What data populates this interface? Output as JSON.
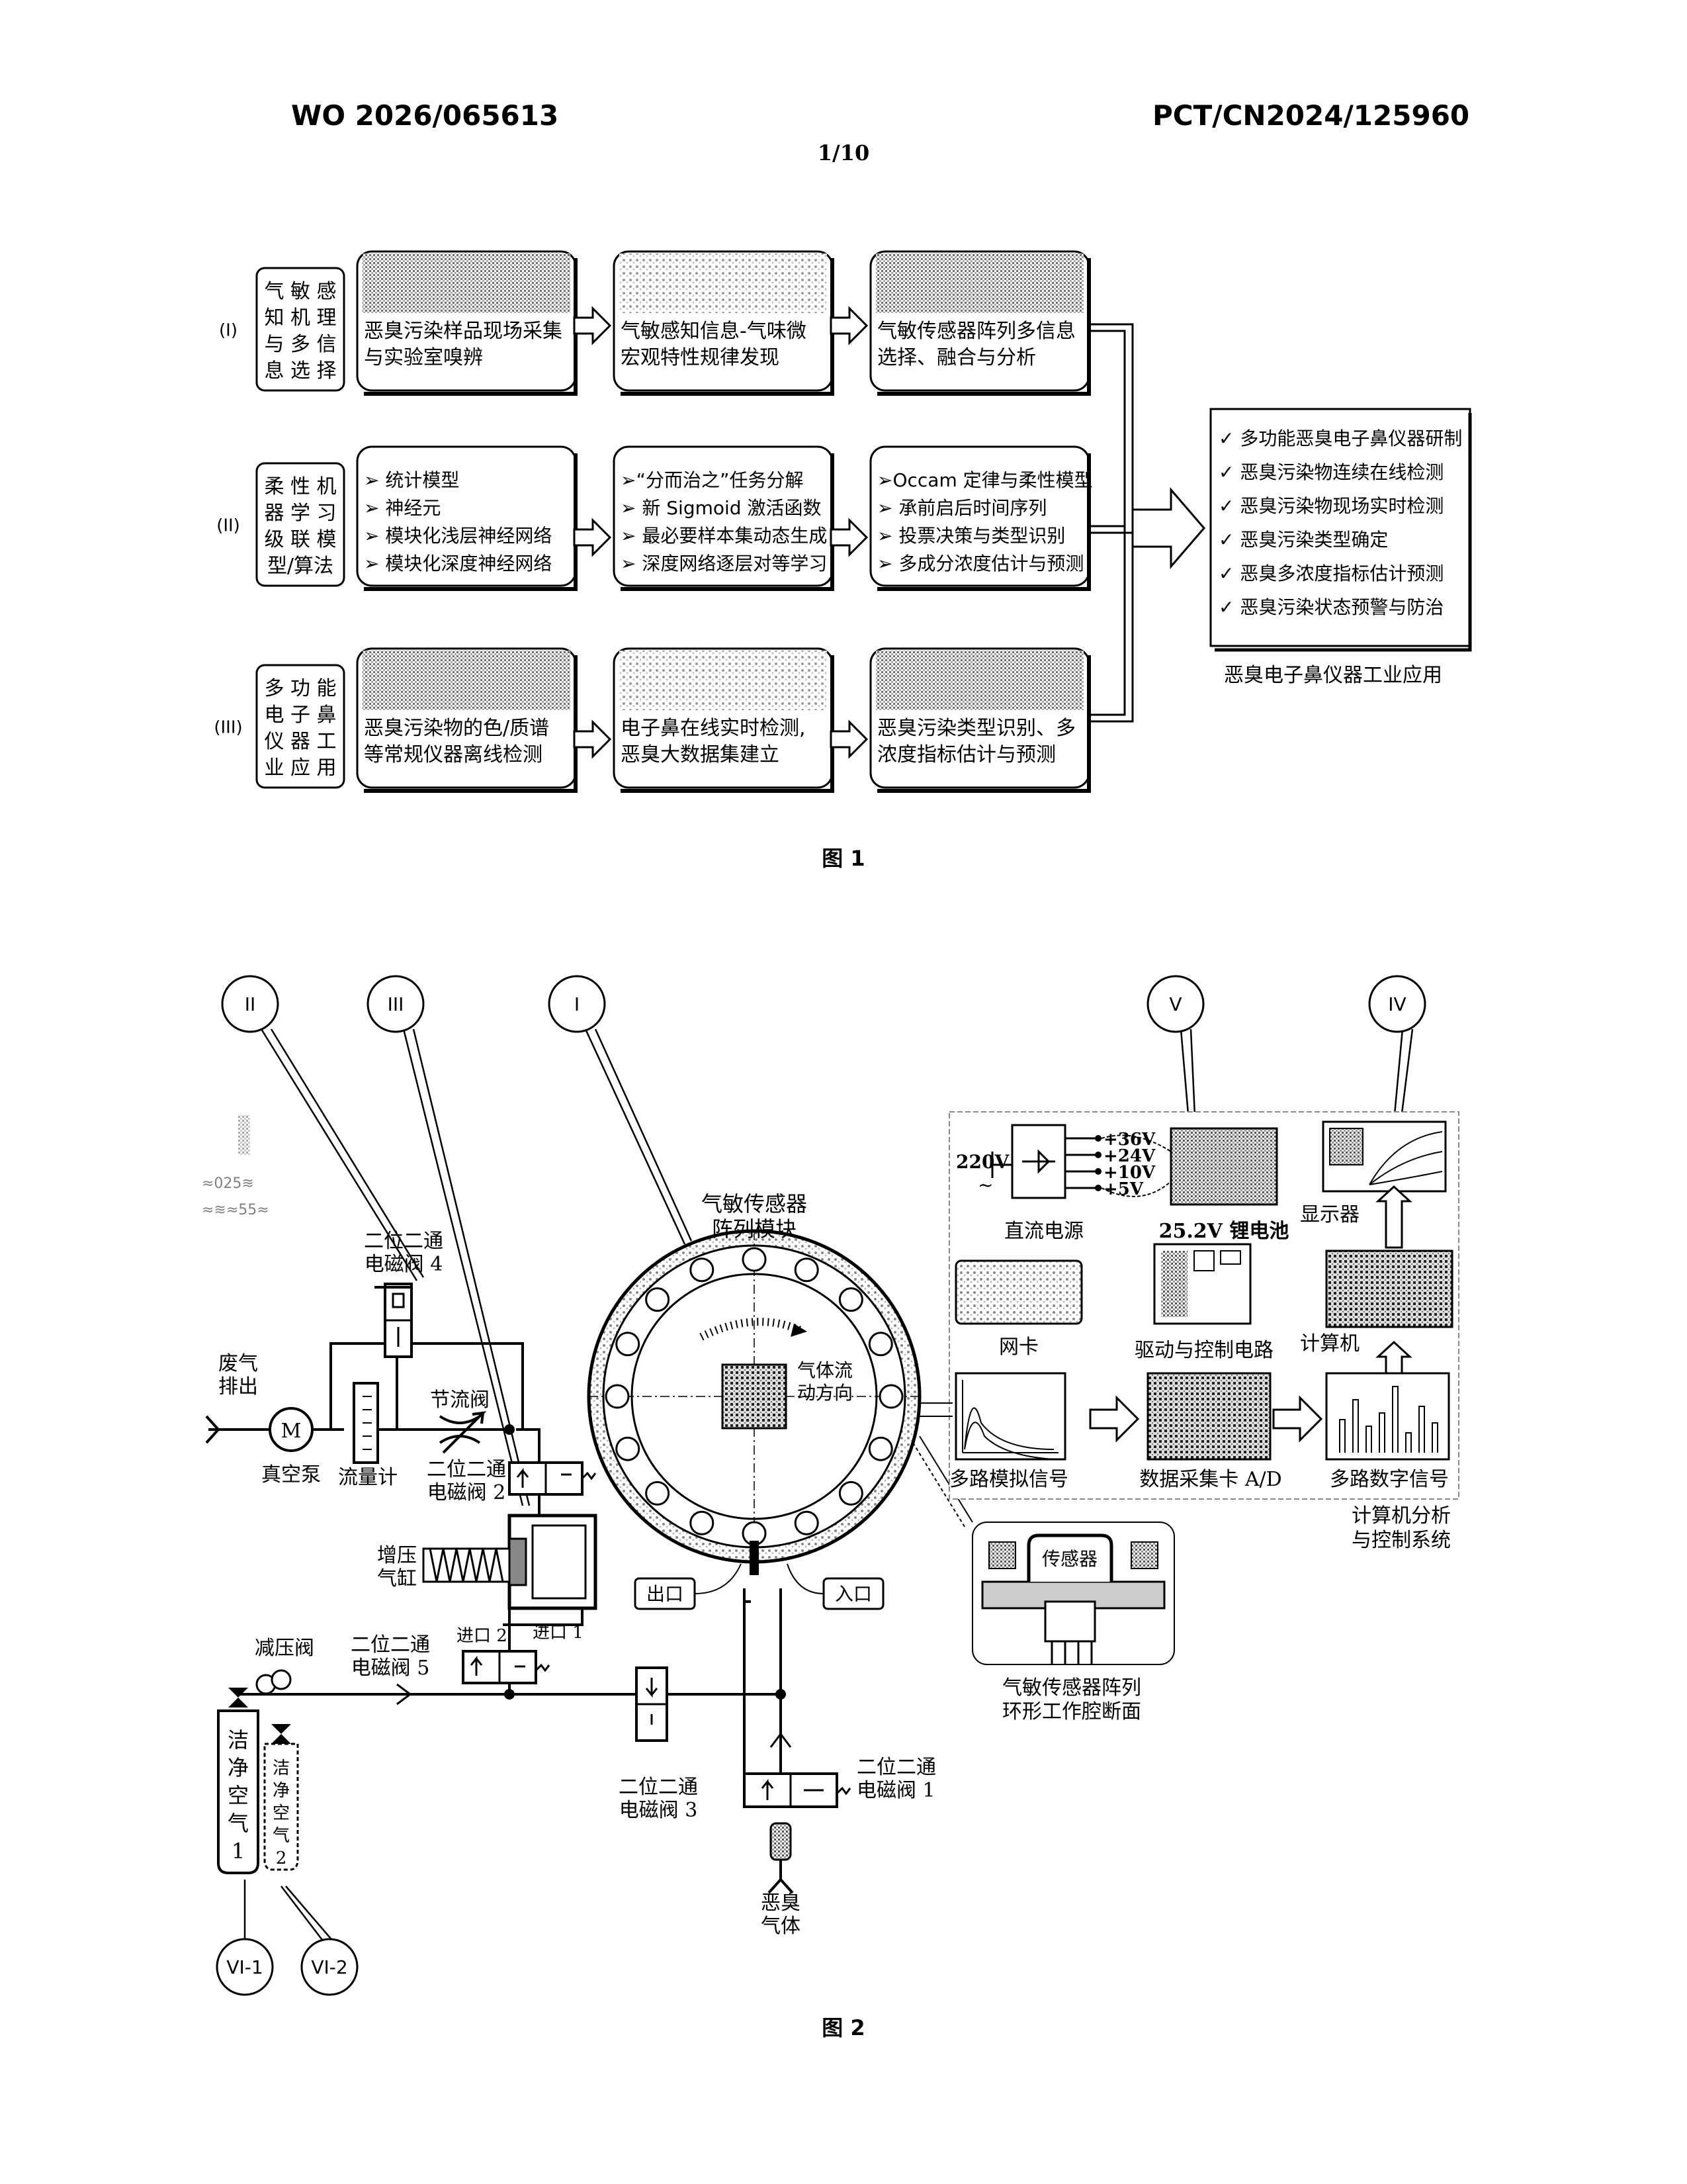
{
  "header": {
    "left": "WO 2026/065613",
    "right": "PCT/CN2024/125960",
    "page": "1/10"
  },
  "fig1": {
    "caption": "图 1",
    "rows": [
      {
        "roman": "(I)",
        "label": [
          "气 敏 感",
          "知 机 理",
          "与 多 信",
          "息 选 择"
        ],
        "cells": [
          [
            "恶臭污染样品现场采集",
            "与实验室嗅辨"
          ],
          [
            "气敏感知信息-气味微",
            "宏观特性规律发现"
          ],
          [
            "气敏传感器阵列多信息",
            "选择、融合与分析"
          ]
        ]
      },
      {
        "roman": "(II)",
        "label": [
          "柔 性 机",
          "器 学 习",
          "级 联 模",
          "型/算法"
        ],
        "cells": [
          [
            "➢ 统计模型",
            "➢ 神经元",
            "➢ 模块化浅层神经网络",
            "➢ 模块化深度神经网络"
          ],
          [
            "➢“分而治之”任务分解",
            "➢ 新 Sigmoid 激活函数",
            "➢ 最必要样本集动态生成",
            "➢ 深度网络逐层对等学习"
          ],
          [
            "➢Occam 定律与柔性模型",
            "➢ 承前启后时间序列",
            "➢ 投票决策与类型识别",
            "➢ 多成分浓度估计与预测"
          ]
        ]
      },
      {
        "roman": "(III)",
        "label": [
          "多 功 能",
          "电 子 鼻",
          "仪 器 工",
          "业 应 用"
        ],
        "cells": [
          [
            "恶臭污染物的色/质谱",
            "等常规仪器离线检测"
          ],
          [
            "电子鼻在线实时检测,",
            "恶臭大数据集建立"
          ],
          [
            "恶臭污染类型识别、多",
            "浓度指标估计与预测"
          ]
        ]
      }
    ],
    "apps": [
      "✓ 多功能恶臭电子鼻仪器研制",
      "✓ 恶臭污染物连续在线检测",
      "✓ 恶臭污染物现场实时检测",
      "✓ 恶臭污染类型确定",
      "✓ 恶臭多浓度指标估计预测",
      "✓ 恶臭污染状态预警与防治"
    ],
    "apps_caption": "恶臭电子鼻仪器工业应用"
  },
  "fig2": {
    "caption": "图 2",
    "circles": [
      "II",
      "III",
      "I",
      "V",
      "IV",
      "VI-1",
      "VI-2"
    ],
    "sensor_module": [
      "气敏传感器",
      "阵列模块"
    ],
    "flow_dir": [
      "气体流",
      "动方向"
    ],
    "outlet": "出口",
    "inlet": "入口",
    "valve4": [
      "二位二通",
      "电磁阀 4"
    ],
    "valve2": [
      "二位二通",
      "电磁阀 2"
    ],
    "valve5": [
      "二位二通",
      "电磁阀 5"
    ],
    "valve3": [
      "二位二通",
      "电磁阀 3"
    ],
    "valve1": [
      "二位二通",
      "电磁阀 1"
    ],
    "exhaust": [
      "废气",
      "排出"
    ],
    "pump": "真空泵",
    "pump_symbol": "M",
    "flowmeter": "流量计",
    "throttle": "节流阀",
    "booster": [
      "增压",
      "气缸"
    ],
    "port2": "进口 2",
    "port1": "进口 1",
    "reducer": "减压阀",
    "clean_air1": [
      "洁",
      "净",
      "空",
      "气",
      "1"
    ],
    "clean_air2": [
      "洁",
      "净",
      "空",
      "气",
      "2"
    ],
    "odor_gas": [
      "恶臭",
      "气体"
    ],
    "cavity": [
      "气敏传感器阵列",
      "环形工作腔断面"
    ],
    "sensor_box": "传感器",
    "psu": {
      "input": "220V",
      "tilde": "~",
      "outputs": [
        "+36V",
        "+24V",
        "+10V",
        "+5V"
      ],
      "label": "直流电源"
    },
    "battery": "25.2V 锂电池",
    "display": "显示器",
    "computer": "计算机",
    "nic": "网卡",
    "driver": "驱动与控制电路",
    "analog": "多路模拟信号",
    "adc": "数据采集卡 A/D",
    "digital": "多路数字信号",
    "system": [
      "计算机分析",
      "与控制系统"
    ],
    "faint_marks": [
      "≈025≋",
      "≈≋≈55≈"
    ]
  }
}
